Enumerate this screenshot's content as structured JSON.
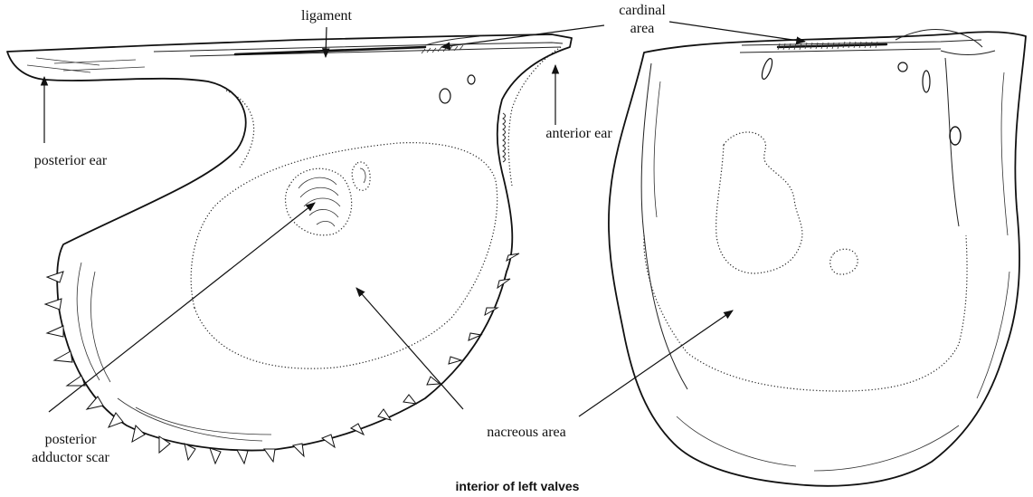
{
  "labels": {
    "ligament": "ligament",
    "cardinal_line1": "cardinal",
    "cardinal_line2": "area",
    "posterior_ear": "posterior ear",
    "anterior_ear": "anterior ear",
    "posterior_scar_line1": "posterior",
    "posterior_scar_line2": "adductor scar",
    "nacreous_area": "nacreous area"
  },
  "caption": "interior of left valves"
}
